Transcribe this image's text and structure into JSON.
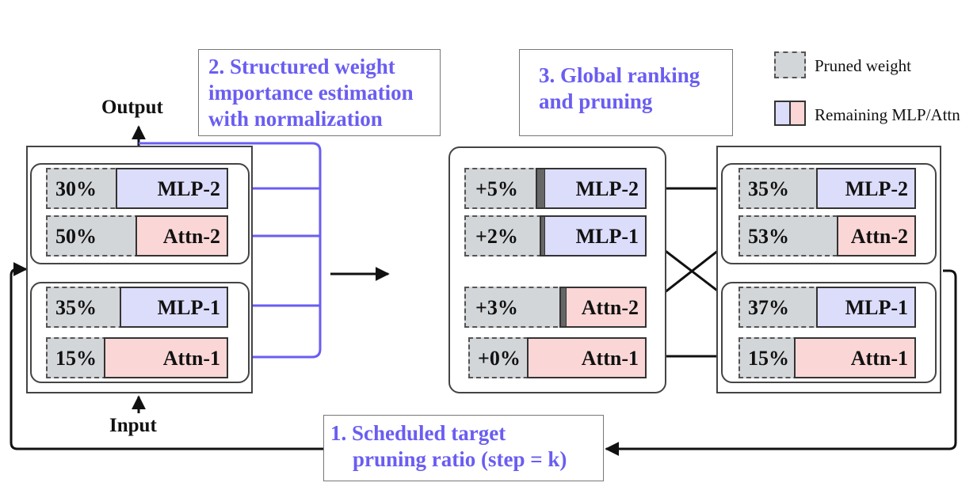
{
  "colors": {
    "pruned": "#d3d6d9",
    "mlp": "#dcdcfb",
    "attn": "#fbd6d6",
    "accent": "#6a5df2",
    "arrow": "#111111"
  },
  "legend": {
    "pruned": "Pruned weight",
    "remaining": "Remaining MLP/Attn"
  },
  "callouts": {
    "step1_line1": "1. Scheduled target",
    "step1_line2": "pruning ratio (step = k)",
    "step2_line1": "2. Structured weight",
    "step2_line2": "importance estimation",
    "step2_line3": "with normalization",
    "step3_line1": "3.  Global ranking",
    "step3_line2": "and pruning"
  },
  "io": {
    "output": "Output",
    "input": "Input"
  },
  "left_model": [
    {
      "pct": "30%",
      "name": "MLP-2",
      "type": "mlp"
    },
    {
      "pct": "50%",
      "name": "Attn-2",
      "type": "attn"
    },
    {
      "pct": "35%",
      "name": "MLP-1",
      "type": "mlp"
    },
    {
      "pct": "15%",
      "name": "Attn-1",
      "type": "attn"
    }
  ],
  "ranking": [
    {
      "delta": "+5%",
      "name": "MLP-2",
      "type": "mlp"
    },
    {
      "delta": "+2%",
      "name": "MLP-1",
      "type": "mlp"
    },
    {
      "delta": "+3%",
      "name": "Attn-2",
      "type": "attn"
    },
    {
      "delta": "+0%",
      "name": "Attn-1",
      "type": "attn"
    }
  ],
  "right_model": [
    {
      "pct": "35%",
      "name": "MLP-2",
      "type": "mlp"
    },
    {
      "pct": "53%",
      "name": "Attn-2",
      "type": "attn"
    },
    {
      "pct": "37%",
      "name": "MLP-1",
      "type": "mlp"
    },
    {
      "pct": "15%",
      "name": "Attn-1",
      "type": "attn"
    }
  ]
}
